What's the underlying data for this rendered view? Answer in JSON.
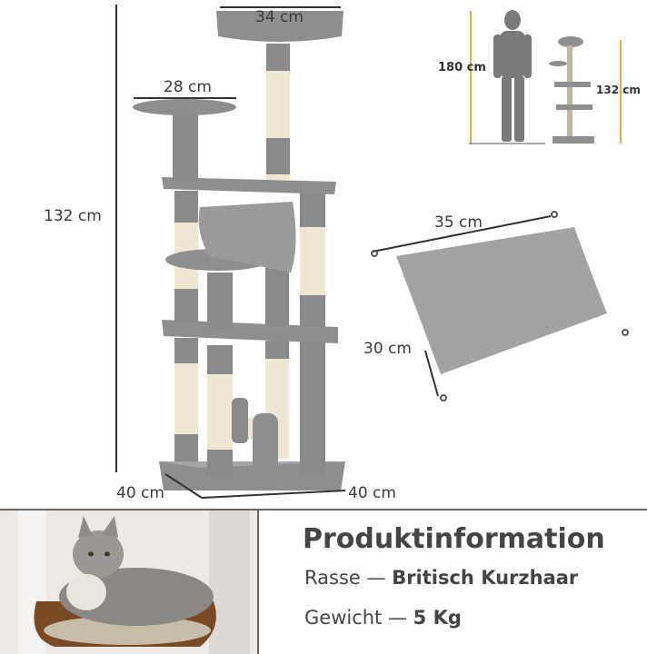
{
  "dimensions": {
    "top_platform": "34 cm",
    "side_platform": "28 cm",
    "height": "132 cm",
    "base_depth": "40 cm",
    "base_width": "40 cm",
    "hammock_length": "35 cm",
    "hammock_width": "30 cm",
    "person_height": "180 cm",
    "tree_height_small": "132 cm"
  },
  "info": {
    "title": "Produktinformation",
    "breed_label": "Rasse",
    "breed_sep": "—",
    "breed_value": "Britisch Kurzhaar",
    "weight_label": "Gewicht",
    "weight_sep": "—",
    "weight_value": "5 Kg"
  },
  "colors": {
    "plush": "#9a9a9a",
    "plush_dark": "#7c7c7c",
    "sisal": "#efe7d3",
    "line": "#333333",
    "gold_line": "#d6b24a"
  }
}
